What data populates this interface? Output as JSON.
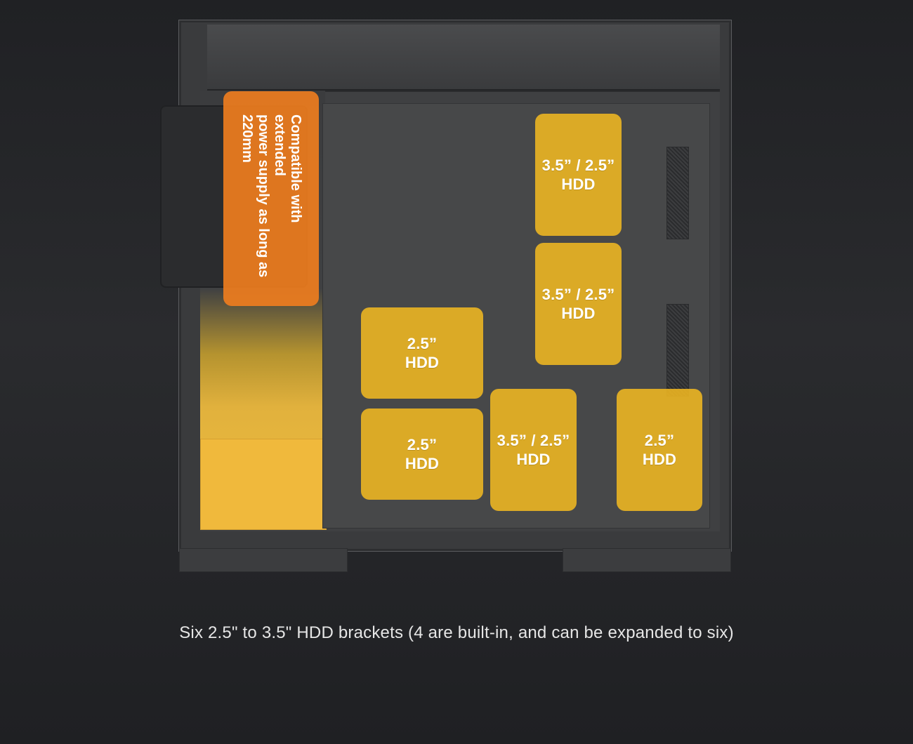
{
  "psu_note": {
    "text": "Compatible with\nextended\npower supply as long as\n220mm"
  },
  "brackets": [
    {
      "line1": "3.5” / 2.5”",
      "line2": "HDD"
    },
    {
      "line1": "3.5” / 2.5”",
      "line2": "HDD"
    },
    {
      "line1": "2.5”",
      "line2": "HDD"
    },
    {
      "line1": "2.5”",
      "line2": "HDD"
    },
    {
      "line1": "3.5” / 2.5”",
      "line2": "HDD"
    },
    {
      "line1": "2.5”",
      "line2": "HDD"
    }
  ],
  "caption": "Six 2.5\" to 3.5\" HDD brackets (4 are built-in, and can be expanded to six)",
  "colors": {
    "hdd_overlay": "#F0B721",
    "psu_overlay": "#EE7D1E"
  }
}
